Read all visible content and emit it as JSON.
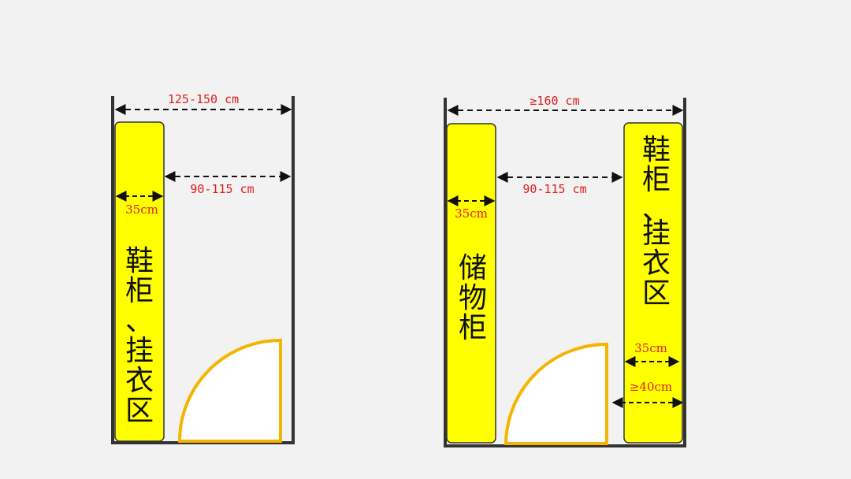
{
  "colors": {
    "background": "#f2f2f2",
    "cabinet_fill": "#ffff00",
    "cabinet_stroke": "#333333",
    "door_arc": "#f5b400",
    "dimension_text": "#e11e1e",
    "wall": "#333333"
  },
  "left_plan": {
    "total_width_label": "125-150 cm",
    "cabinet_depth_label": "35cm",
    "aisle_width_label": "90-115 cm",
    "cabinet_label_lines": [
      "鞋",
      "柜",
      "、",
      "挂",
      "衣",
      "区"
    ]
  },
  "right_plan": {
    "total_width_label": "≥160 cm",
    "left_cabinet_depth_label": "35cm",
    "aisle_width_label": "90-115 cm",
    "left_cabinet_label_lines": [
      "储",
      "物",
      "柜"
    ],
    "right_cabinet_label_lines": [
      "鞋",
      "柜",
      "、",
      "挂",
      "衣",
      "区"
    ],
    "right_cabinet_depth_label": "35cm",
    "right_cabinet_min_depth_label": "≥40cm"
  }
}
